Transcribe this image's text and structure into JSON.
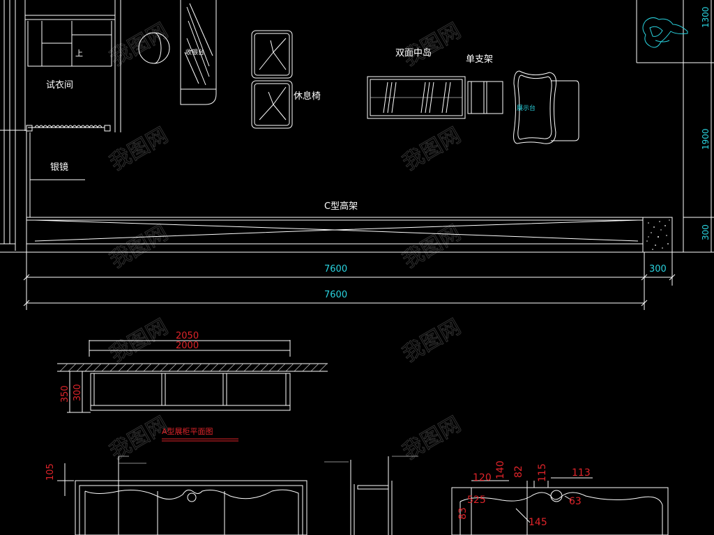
{
  "plan": {
    "labels": {
      "fitting_room": "试衣间",
      "up_mark": "上",
      "cash_desk": "收银台",
      "rest_chair": "休息椅",
      "double_island": "双面中岛",
      "single_rack": "单支架",
      "display_table": "展示台",
      "mirror": "银镜",
      "c_high_rack": "C型高架"
    },
    "dimensions": {
      "right_1300": "1300",
      "right_1900": "1900",
      "right_300": "300",
      "bottom_7600_a": "7600",
      "bottom_300": "300",
      "bottom_7600_b": "7600"
    },
    "colors": {
      "line": "#ffffff",
      "dimension": "#2ad4e0",
      "detail_dim": "#e0242a",
      "background": "#000000"
    }
  },
  "detail_a": {
    "dim_2050": "2050",
    "dim_2000": "2000",
    "dim_350": "350",
    "dim_300": "300",
    "title": "A型展柜平面图"
  },
  "detail_b": {
    "dim_105": "105",
    "dim_120": "120",
    "dim_140": "140",
    "dim_82": "82",
    "dim_115": "115",
    "dim_113": "113",
    "dim_525": "525",
    "dim_63": "63",
    "dim_83": "83",
    "dim_145": "145"
  },
  "watermark": {
    "text": "我图网"
  }
}
